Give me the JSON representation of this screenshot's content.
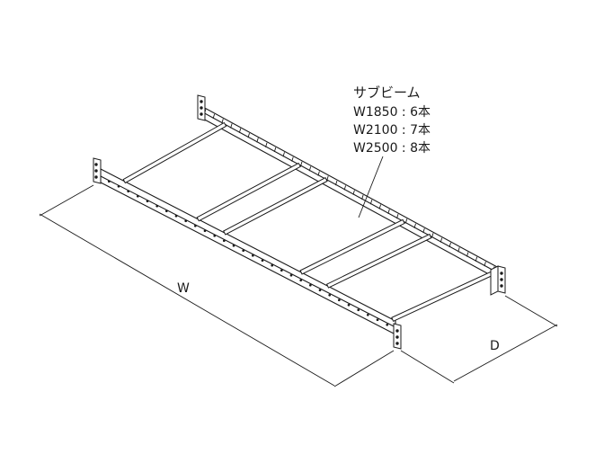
{
  "callout": {
    "title": "サブビーム",
    "specs": [
      "W1850 : 6本",
      "W2100 : 7本",
      "W2500 : 8本"
    ]
  },
  "dimensions": {
    "width_label": "W",
    "depth_label": "D"
  },
  "colors": {
    "line": "#1a1a1a",
    "background": "#ffffff"
  }
}
